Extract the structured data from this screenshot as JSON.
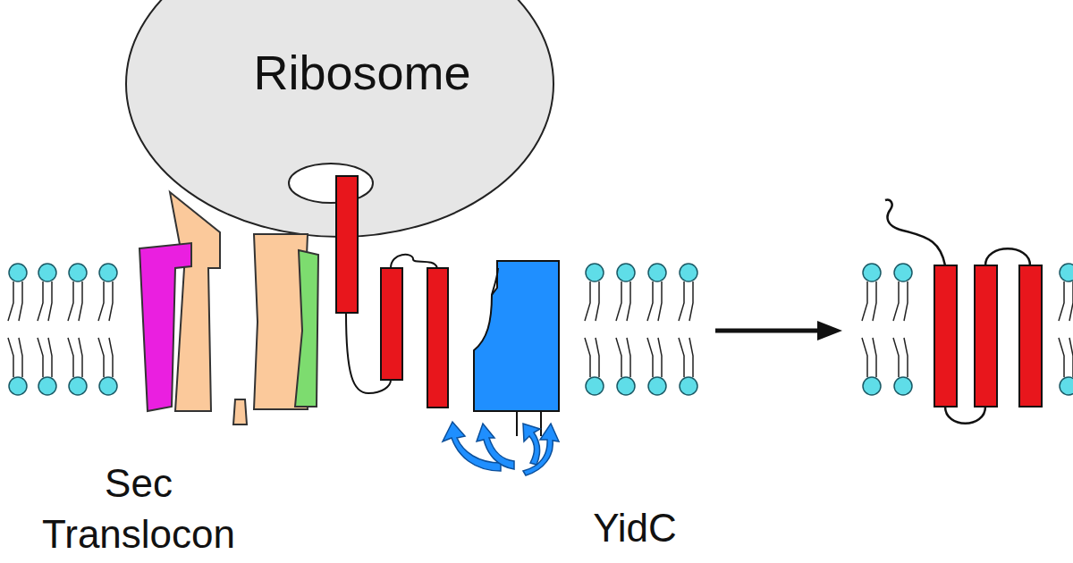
{
  "diagram": {
    "nodes": [
      {
        "text": [
          "Ribosome"
        ]
      }
    ],
    "labels": [
      "Sec Translocon",
      "YidC"
    ]
  }
}
